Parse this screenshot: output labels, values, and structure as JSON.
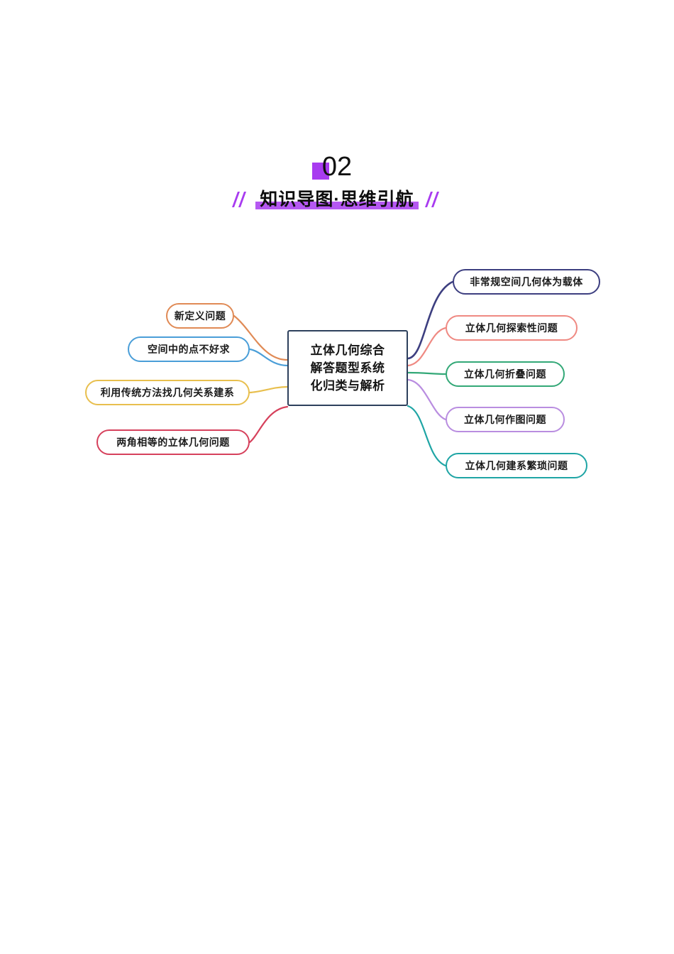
{
  "header": {
    "section_number": "02",
    "title": "知识导图·思维引航",
    "accent_color": "#a83bf0",
    "highlight_color": "#b558f2"
  },
  "mindmap": {
    "central": {
      "lines": [
        "立体几何综合",
        "解答题型系统",
        "化归类与解析"
      ],
      "full_text": "立体几何综合解答题型系统化归类与解析",
      "border_color": "#2d405c"
    },
    "left_branches": [
      {
        "label": "新定义问题",
        "color": "#e08a55"
      },
      {
        "label": "空间中的点不好求",
        "color": "#4a9ed8"
      },
      {
        "label": "利用传统方法找几何关系建系",
        "color": "#e8bf4e"
      },
      {
        "label": "两角相等的立体几何问题",
        "color": "#d6415c"
      }
    ],
    "right_branches": [
      {
        "label": "非常规空间几何体为载体",
        "color": "#3d3f80"
      },
      {
        "label": "立体几何探索性问题",
        "color": "#ef8982"
      },
      {
        "label": "立体几何折叠问题",
        "color": "#33a877"
      },
      {
        "label": "立体几何作图问题",
        "color": "#b98de0"
      },
      {
        "label": "立体几何建系繁琐问题",
        "color": "#1fa5a5"
      }
    ]
  }
}
